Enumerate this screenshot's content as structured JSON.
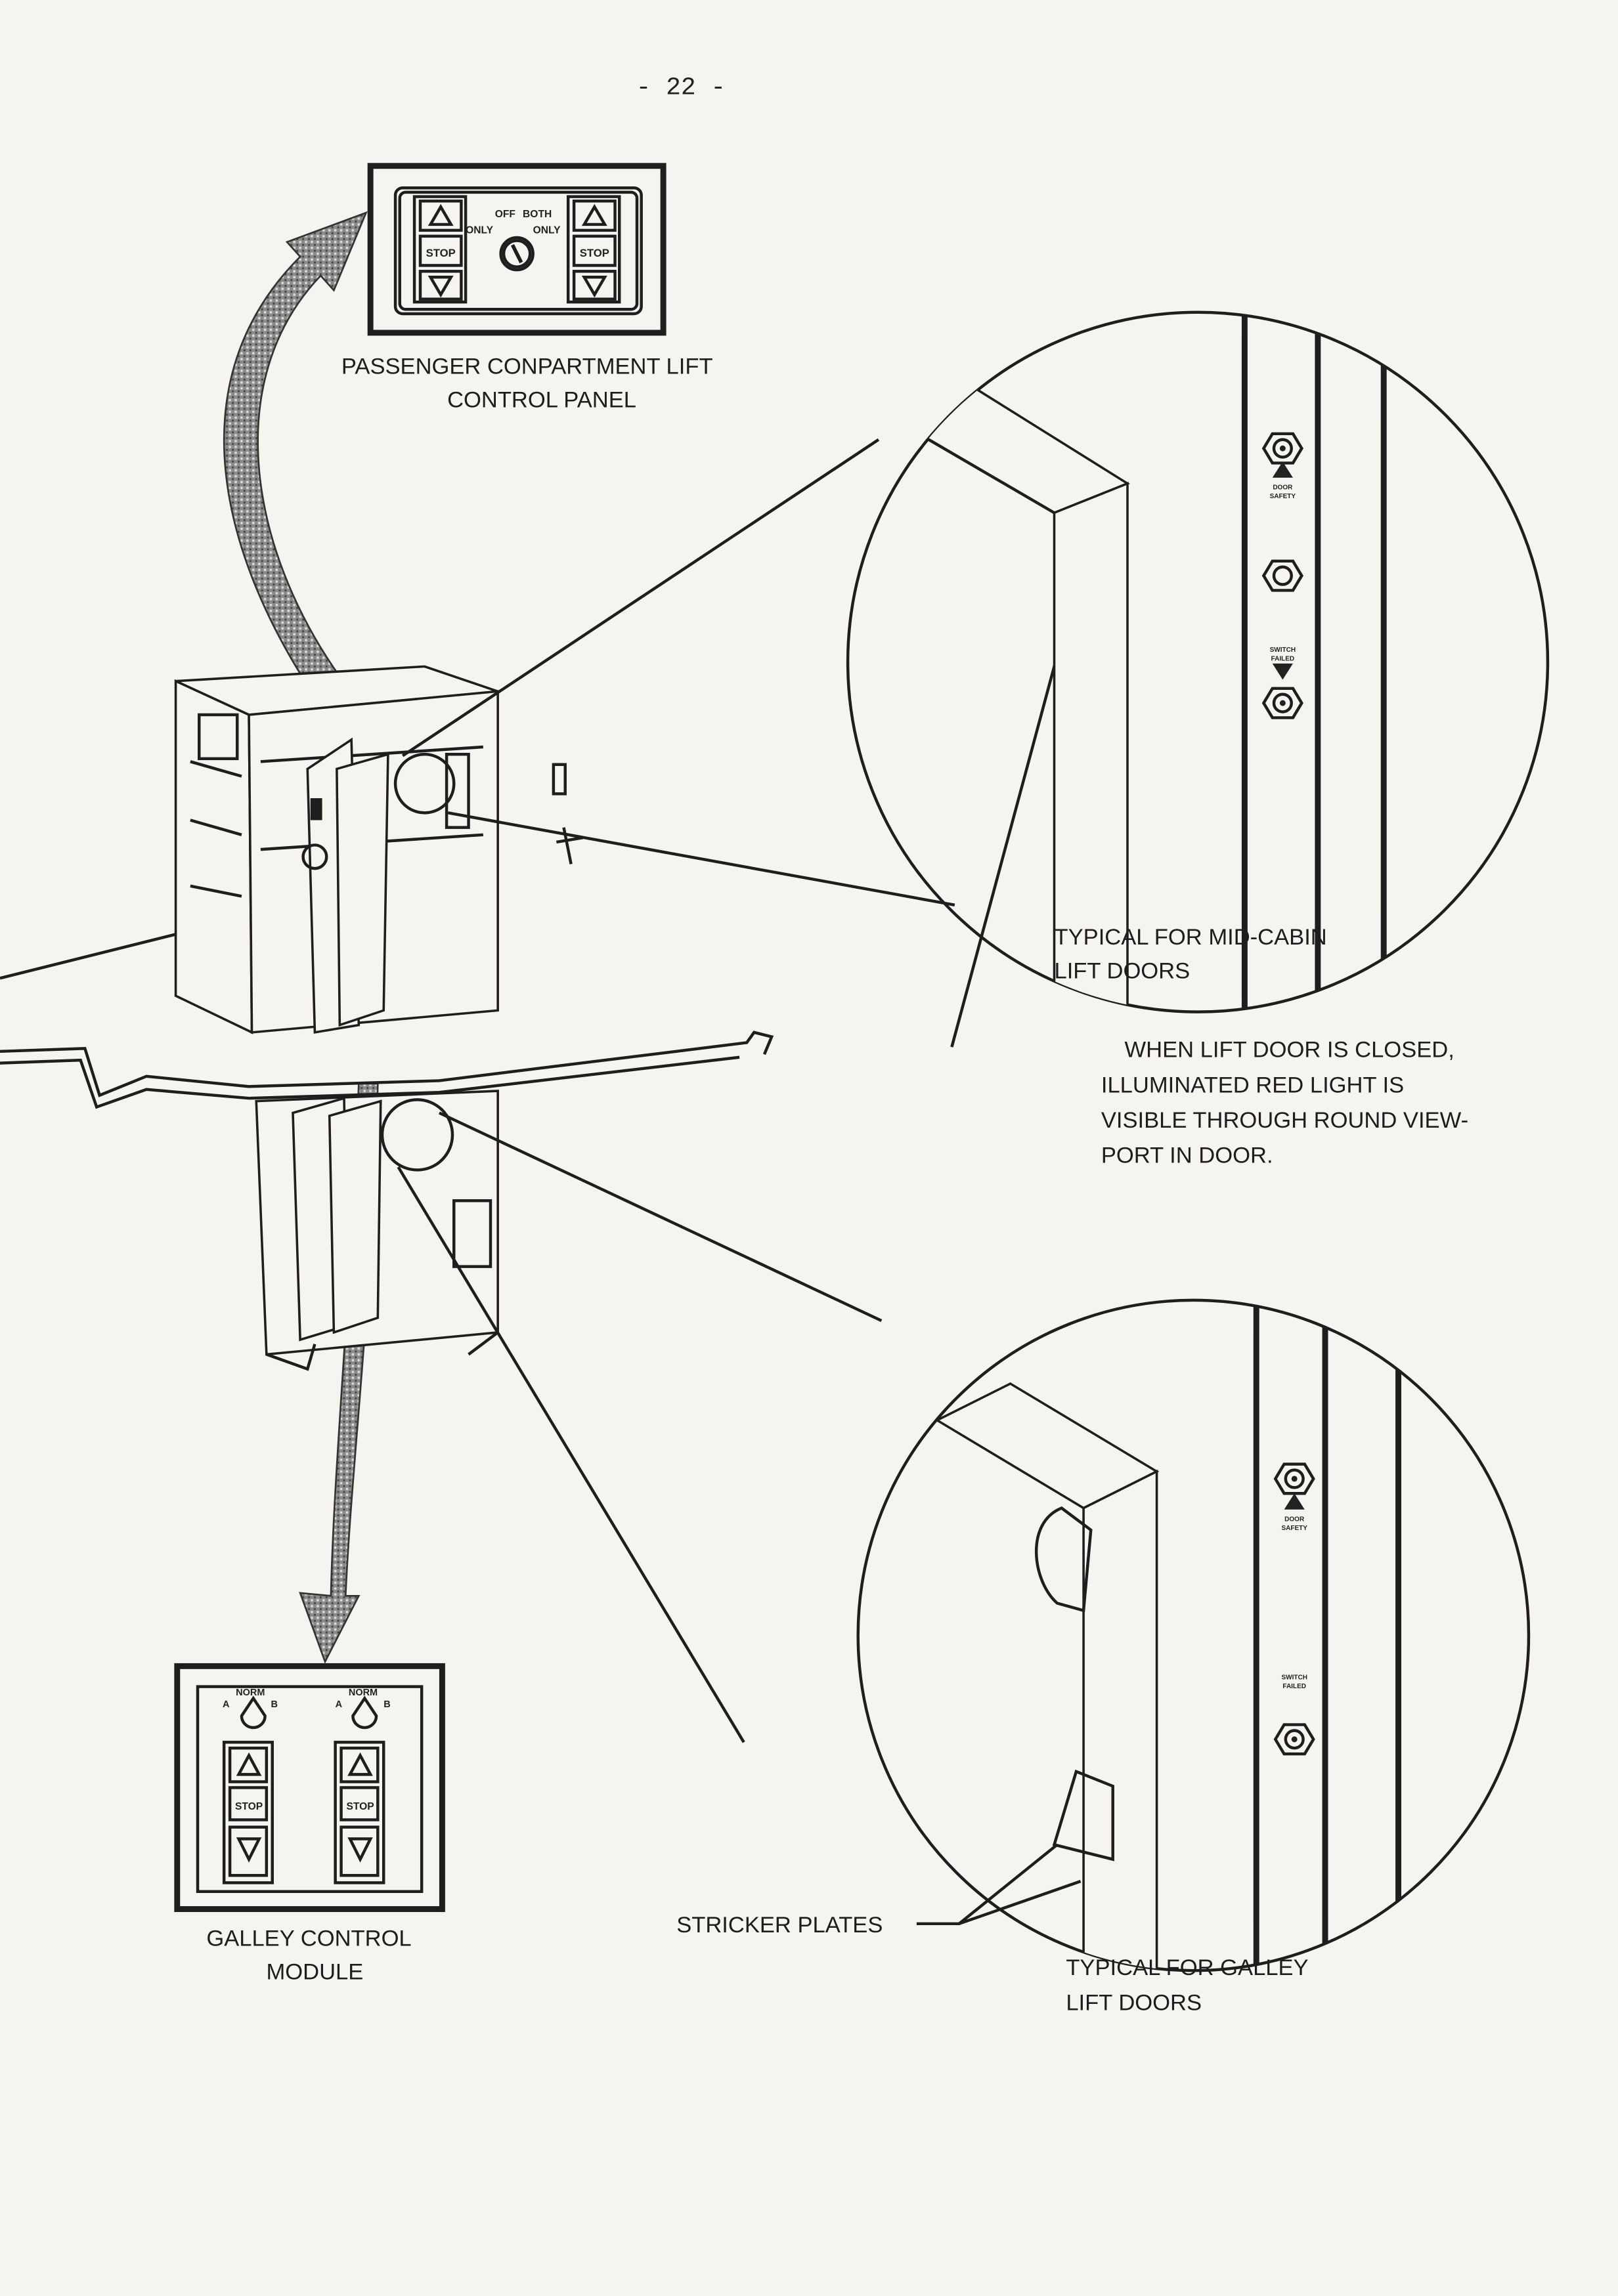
{
  "page_number": "- 22 -",
  "passenger_panel": {
    "caption": [
      "PASSENGER CONPARTMENT LIFT",
      "CONTROL PANEL"
    ],
    "switch_labels": {
      "off": "OFF",
      "both": "BOTH",
      "only_left": "ONLY",
      "only_right": "ONLY"
    },
    "stop_label": "STOP"
  },
  "mid_cabin_detail": {
    "caption": [
      "TYPICAL FOR MID-CABIN",
      "LIFT DOORS"
    ],
    "indicator_top": [
      "DOOR",
      "SAFETY"
    ],
    "indicator_bottom": [
      "SWITCH",
      "FAILED"
    ]
  },
  "note": [
    "WHEN LIFT DOOR IS CLOSED,",
    "ILLUMINATED RED LIGHT IS",
    "VISIBLE THROUGH ROUND VIEW-",
    "PORT IN DOOR."
  ],
  "galley_detail": {
    "caption": [
      "TYPICAL FOR GALLEY",
      "LIFT DOORS"
    ],
    "indicator_top": [
      "DOOR",
      "SAFETY"
    ],
    "indicator_bottom": [
      "SWITCH",
      "FAILED"
    ],
    "stricker_label": "STRICKER PLATES"
  },
  "galley_panel": {
    "caption": [
      "GALLEY CONTROL",
      "MODULE"
    ],
    "norm": "NORM",
    "a": "A",
    "b": "B",
    "stop_label": "STOP"
  }
}
